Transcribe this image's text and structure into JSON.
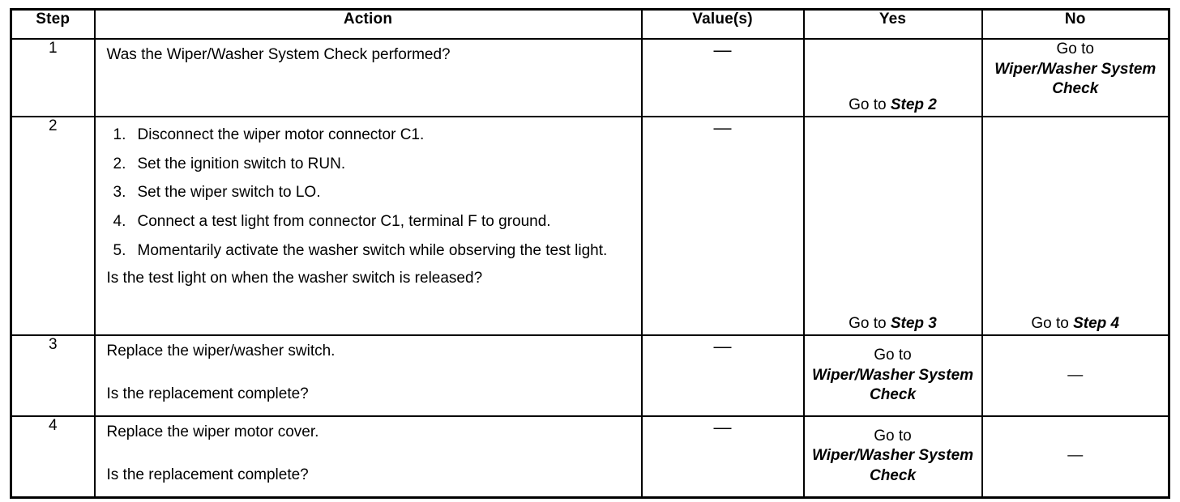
{
  "table": {
    "columns": [
      {
        "key": "step",
        "label": "Step"
      },
      {
        "key": "action",
        "label": "Action"
      },
      {
        "key": "value",
        "label": "Value(s)"
      },
      {
        "key": "yes",
        "label": "Yes"
      },
      {
        "key": "no",
        "label": "No"
      }
    ],
    "em_dash": "—",
    "goto_prefix": "Go to",
    "rows": [
      {
        "step": "1",
        "action_intro": "Was the Wiper/Washer System Check performed?",
        "substeps": [],
        "action_tail": "",
        "value": "—",
        "yes": {
          "prefix": "Go to",
          "target": "Step 2",
          "align": "bottom"
        },
        "no": {
          "prefix": "Go to",
          "target": "Wiper/Washer System Check",
          "align": "top"
        }
      },
      {
        "step": "2",
        "action_intro": "",
        "substeps": [
          "Disconnect the wiper motor connector C1.",
          "Set the ignition switch to RUN.",
          "Set the wiper switch to LO.",
          "Connect a test light from connector C1, terminal F to ground.",
          "Momentarily activate the washer switch while observing the test light."
        ],
        "action_tail": "Is the test light on when the washer switch is released?",
        "value": "—",
        "yes": {
          "prefix": "Go to",
          "target": "Step 3",
          "align": "bottom"
        },
        "no": {
          "prefix": "Go to",
          "target": "Step 4",
          "align": "bottom"
        }
      },
      {
        "step": "3",
        "action_intro": "Replace the wiper/washer switch.",
        "substeps": [],
        "action_tail": "Is the replacement complete?",
        "value": "—",
        "yes": {
          "prefix": "Go to",
          "target": "Wiper/Washer System Check",
          "align": "middle"
        },
        "no": {
          "prefix": "",
          "target": "",
          "dash": "—",
          "align": "middle"
        }
      },
      {
        "step": "4",
        "action_intro": "Replace the wiper motor cover.",
        "substeps": [],
        "action_tail": "Is the replacement complete?",
        "value": "—",
        "yes": {
          "prefix": "Go to",
          "target": "Wiper/Washer System Check",
          "align": "middle"
        },
        "no": {
          "prefix": "",
          "target": "",
          "dash": "—",
          "align": "middle"
        }
      }
    ]
  },
  "colors": {
    "ink": "#000000",
    "paper": "#ffffff"
  }
}
